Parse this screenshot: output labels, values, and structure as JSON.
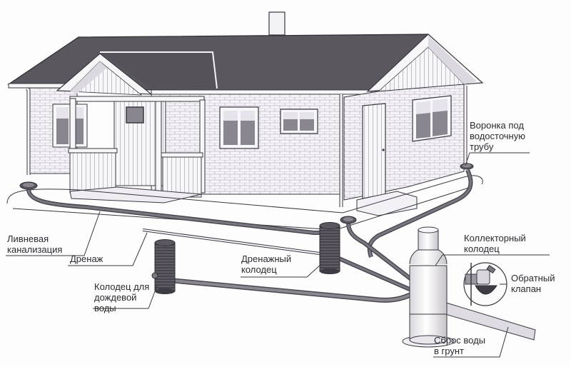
{
  "diagram": {
    "type": "house drainage system illustration",
    "colors": {
      "roof": "#5a575f",
      "wall": "#f4f2f6",
      "line": "#3a3840",
      "pipe": "#7a7780",
      "pipe_dark": "#4a4750",
      "well": "#3e3b44",
      "window_glass": "#8a8690",
      "background": "#fdfdfe"
    },
    "labels": {
      "downpipe_funnel": "Воронка под\nводосточную\nтрубу",
      "storm_sewer": "Ливневая\nканализация",
      "drainage": "Дренаж",
      "drainage_well": "Дренажный\nколодец",
      "rainwater_well": "Колодец для\nдождевой\nводы",
      "collector_well": "Коллекторный\nколодец",
      "check_valve": "Обратный\nклапан",
      "ground_discharge": "Сброс воды\nв грунт"
    }
  }
}
